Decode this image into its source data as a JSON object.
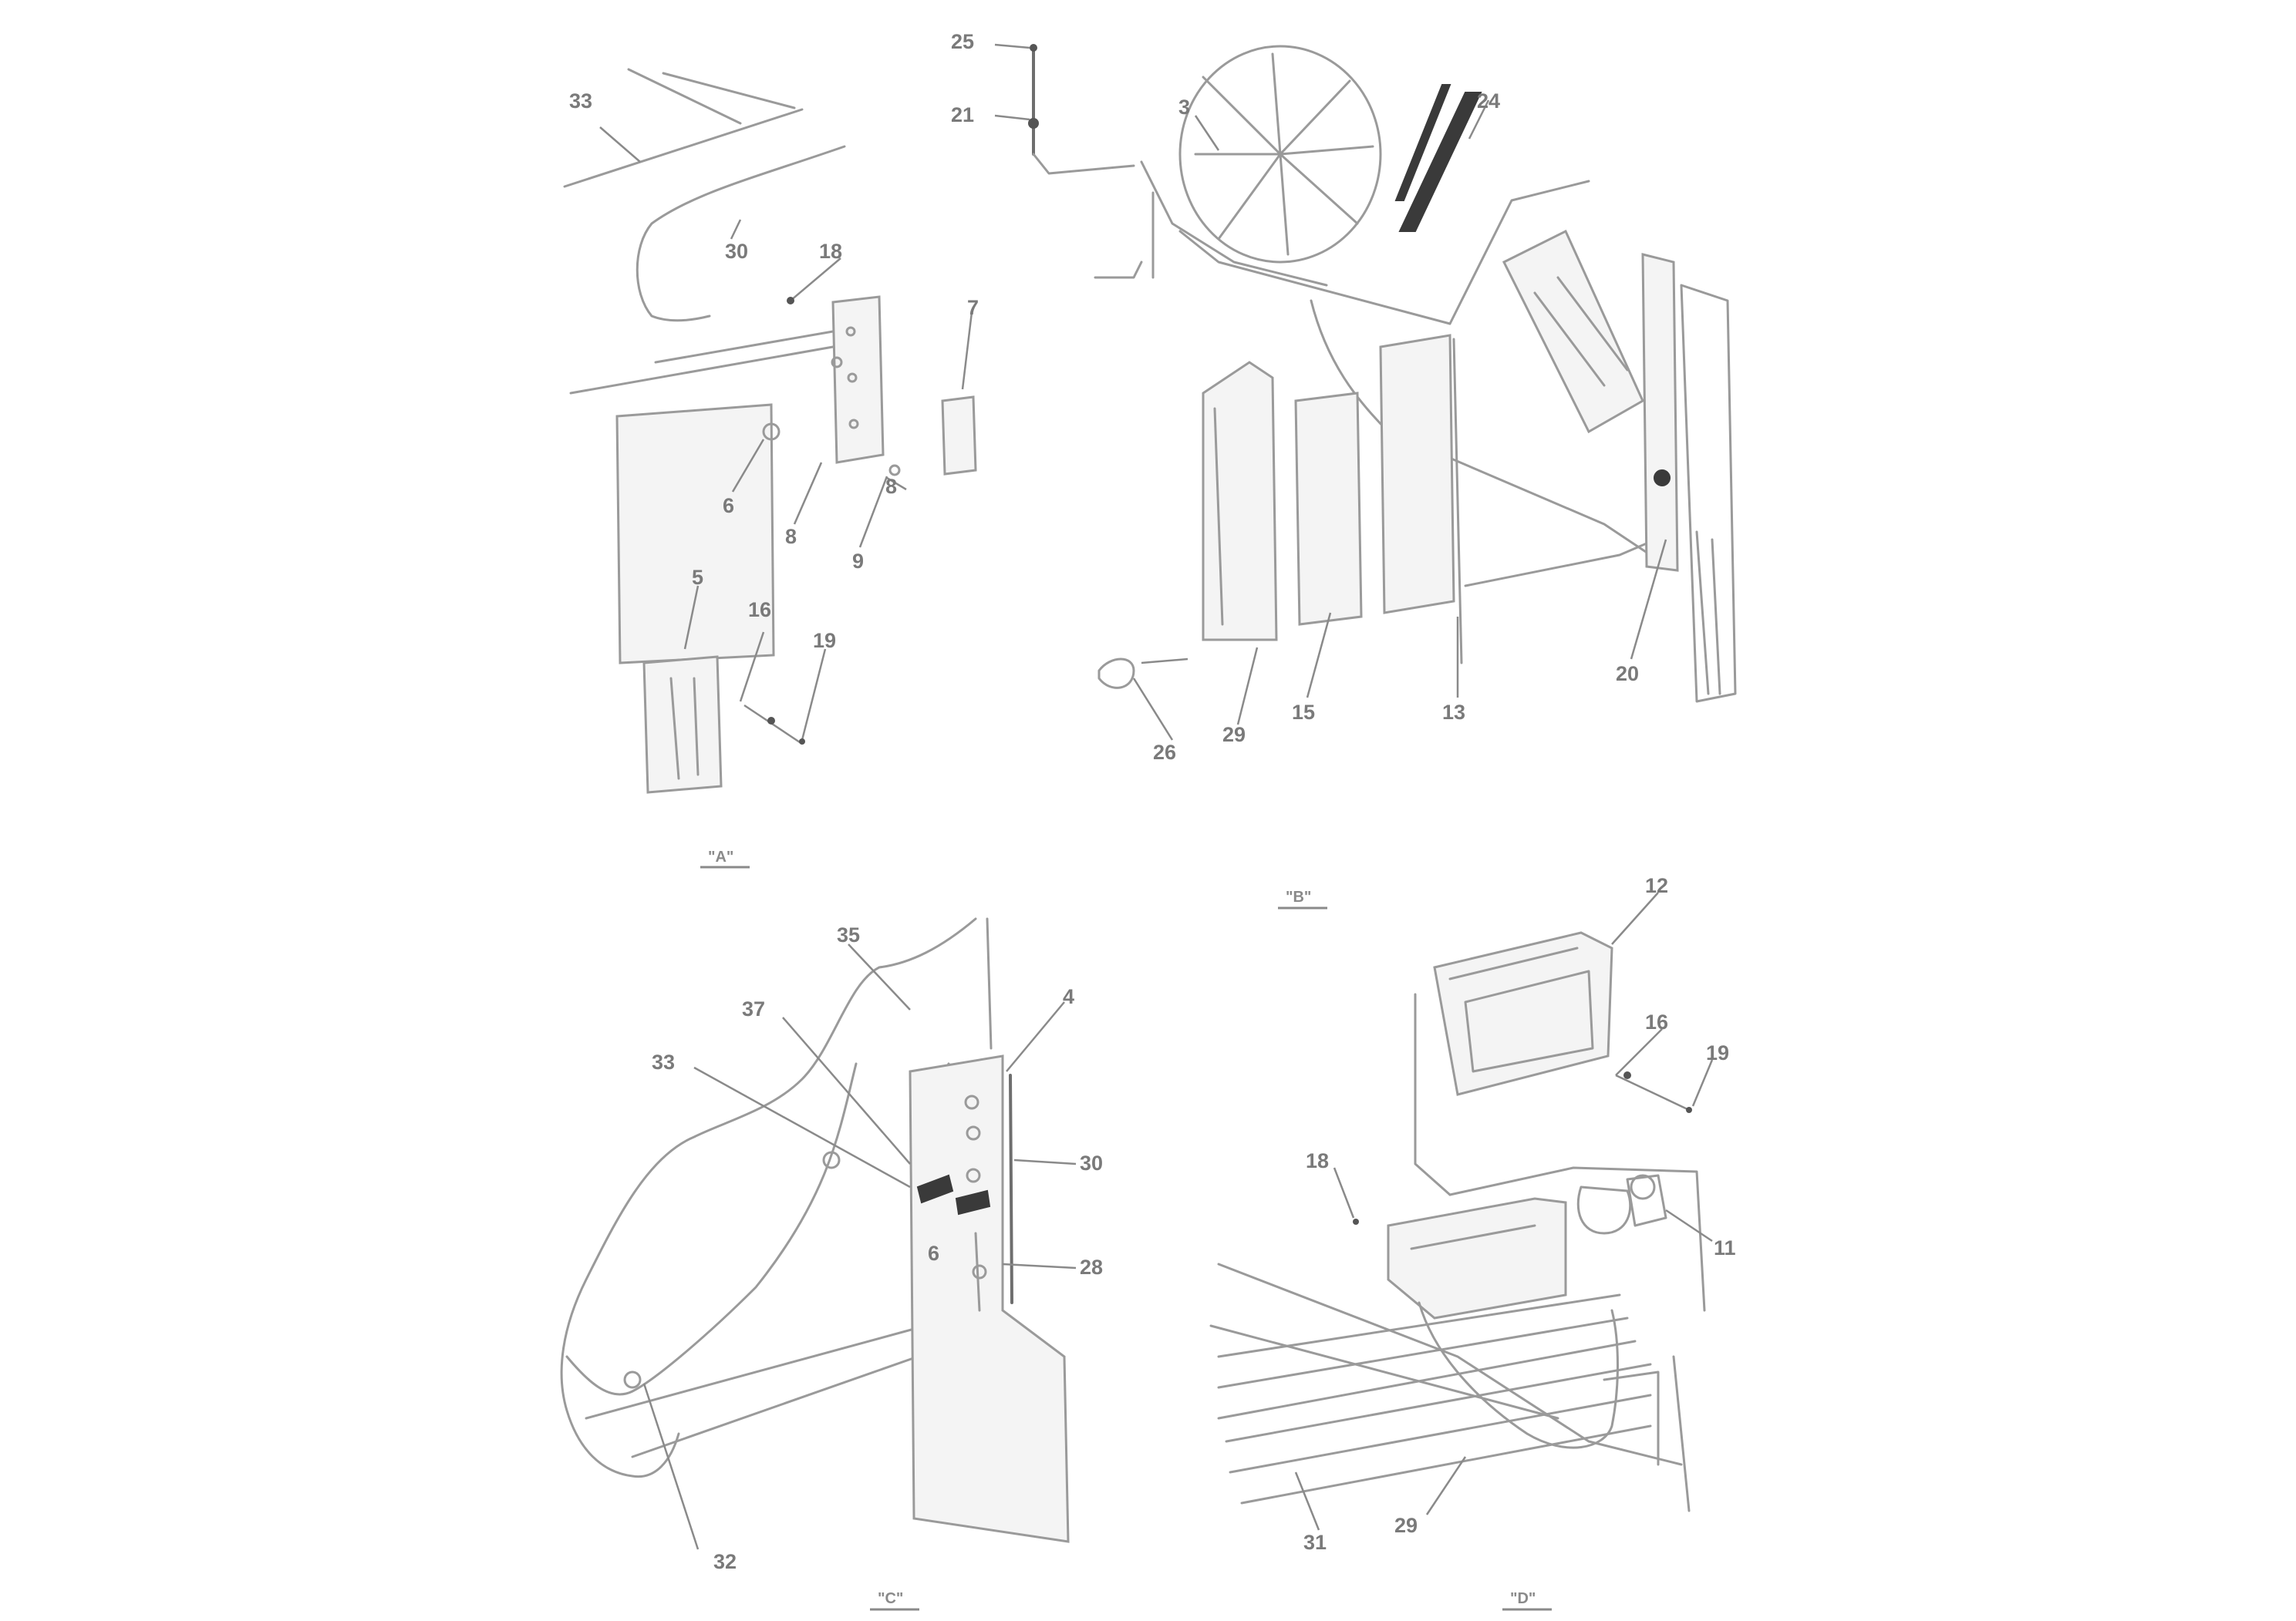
{
  "colors": {
    "line": "#9a9a9a",
    "label": "#7a7a7a",
    "dark": "#3a3a3a",
    "background": "#ffffff"
  },
  "views": {
    "a": "\"A\"",
    "b": "\"B\"",
    "c": "\"C\"",
    "d": "\"D\""
  },
  "callouts": {
    "a_33": "33",
    "a_30": "30",
    "a_18": "18",
    "a_7": "7",
    "a_8": "8",
    "a_6": "6",
    "a_9": "9",
    "a_5": "5",
    "a_16": "16",
    "a_19": "19",
    "b_25": "25",
    "b_21": "21",
    "b_3": "3",
    "b_24": "24",
    "b_26": "26",
    "b_29": "29",
    "b_15": "15",
    "b_13": "13",
    "b_20": "20",
    "c_35": "35",
    "c_4": "4",
    "c_37": "37",
    "c_33": "33",
    "c_30": "30",
    "c_6": "6",
    "c_28": "28",
    "c_32": "32",
    "d_12": "12",
    "d_16": "16",
    "d_19": "19",
    "d_18": "18",
    "d_11": "11",
    "d_31": "31",
    "d_29": "29"
  }
}
